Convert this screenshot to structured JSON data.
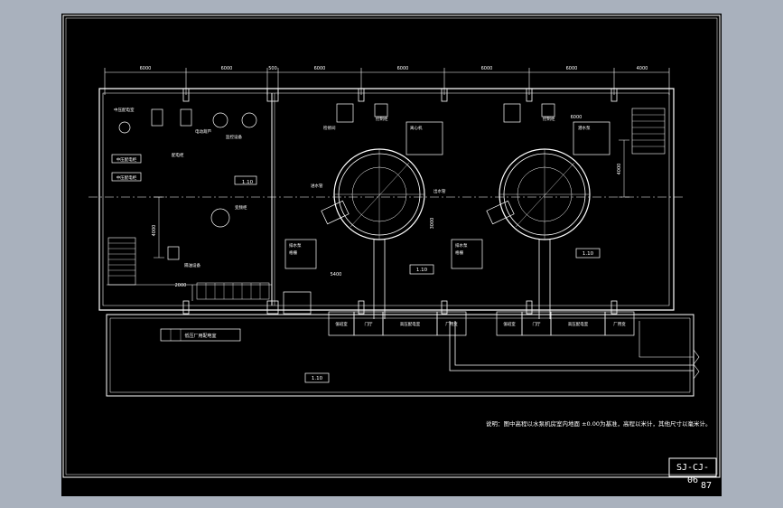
{
  "drawing": {
    "title_code": "SJ-CJ-06",
    "page_number": "87",
    "note": "说明：图中高程以水泵机房室内地面 ±0.00为基准，高程以米计，其他尺寸以毫米计。",
    "top_dimensions": [
      "6000",
      "6000",
      "500",
      "6000",
      "6000",
      "6000",
      "6000",
      "4000"
    ],
    "side_dimensions": [
      "4000",
      "4000",
      "5400",
      "3000",
      "2000",
      "6000"
    ],
    "elevation_tags": [
      "1.10",
      "1.10",
      "1.10",
      "1.10"
    ],
    "room_labels": [
      "值班室",
      "门厅",
      "高压配电室",
      "厂用变",
      "值班室",
      "门厅",
      "高压配电室",
      "厂用变"
    ],
    "equipment_labels": [
      "中压配电室",
      "中压配电柜",
      "中压配电柜",
      "配电柜",
      "电动葫芦",
      "监控设备",
      "变频柜",
      "检修间",
      "离心机",
      "潜水泵",
      "进水管",
      "出水管",
      "排水泵",
      "格栅",
      "排水泵",
      "格栅",
      "隔油设备",
      "控制柜",
      "控制柜"
    ],
    "lower_room_label": "低压厂用配电室",
    "colors": {
      "background": "#a9b1bd",
      "sheet": "#000000",
      "lines": "#ffffff"
    }
  }
}
